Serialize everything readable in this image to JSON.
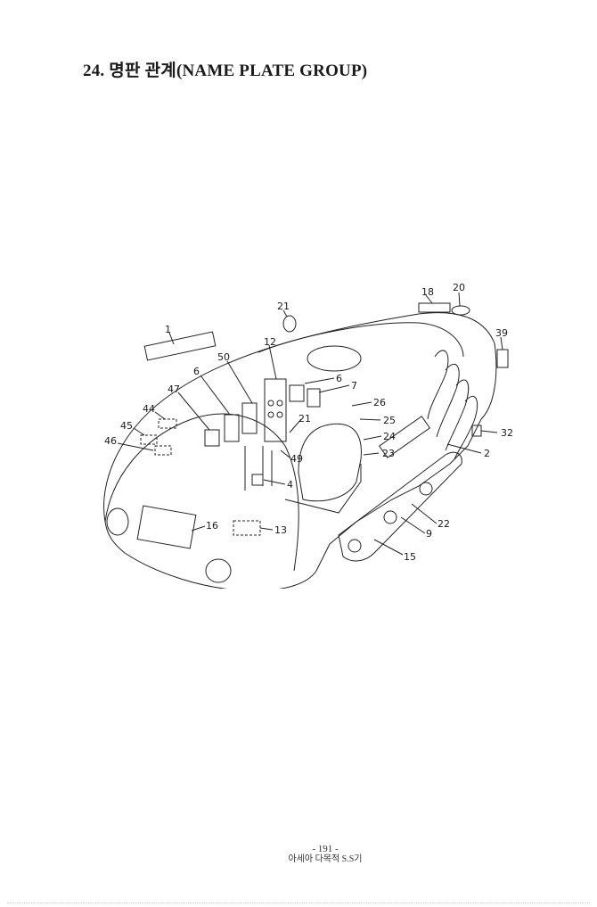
{
  "page": {
    "title": "24. 명판 관계(NAME PLATE GROUP)",
    "page_number": "- 191 -",
    "book_name": "아세아 다목적 S.S기"
  },
  "figure": {
    "callouts": [
      "1",
      "2",
      "4",
      "6",
      "6",
      "7",
      "9",
      "12",
      "13",
      "15",
      "16",
      "18",
      "20",
      "21",
      "21",
      "22",
      "23",
      "24",
      "25",
      "26",
      "32",
      "39",
      "44",
      "45",
      "46",
      "47",
      "49",
      "50"
    ]
  }
}
